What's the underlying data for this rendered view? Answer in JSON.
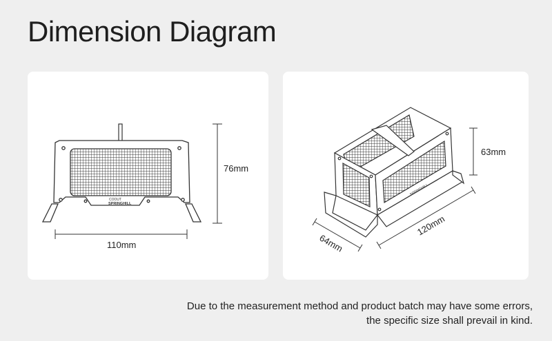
{
  "title": "Dimension Diagram",
  "front_view": {
    "width_label": "110mm",
    "height_label": "76mm"
  },
  "iso_view": {
    "height_label": "63mm",
    "length_label": "120mm",
    "depth_label": "64mm"
  },
  "product_label": "SPRINGHILL",
  "note": {
    "line1": "Due to the measurement method and product batch may have some errors,",
    "line2": "the specific size shall prevail in kind."
  }
}
